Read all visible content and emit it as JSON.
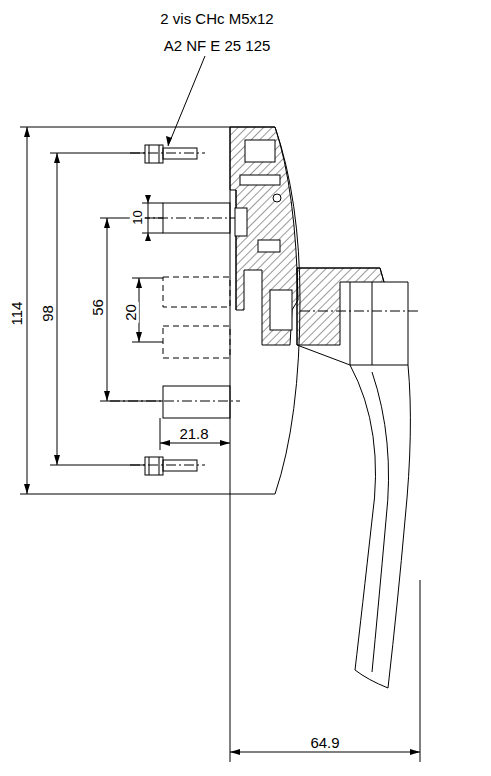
{
  "diagram": {
    "labels": [
      "2 vis CHc M5x12",
      "A2 NF E 25 125",
      "114",
      "98",
      "56",
      "20",
      "10",
      "21.8",
      "64.9"
    ]
  }
}
